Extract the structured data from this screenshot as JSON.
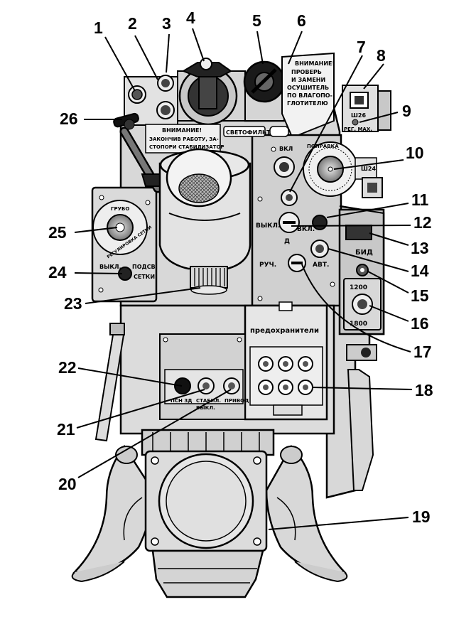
{
  "figure": {
    "callouts": [
      "1",
      "2",
      "3",
      "4",
      "5",
      "6",
      "7",
      "8",
      "9",
      "10",
      "11",
      "12",
      "13",
      "14",
      "15",
      "16",
      "17",
      "18",
      "19",
      "20",
      "21",
      "22",
      "23",
      "24",
      "25",
      "26"
    ],
    "plates": {
      "warning_top_right": [
        "ВНИМАНИЕ!",
        "ПРОВЕРЬ",
        "И ЗАМЕНИ",
        "ОСУШИТЕЛЬ",
        "ПО ВЛАГОПО-",
        "ГЛОТИТЕЛЮ"
      ],
      "warning_center": [
        "ВНИМАНИЕ!",
        "ЗАКОНЧИВ РАБОТУ, ЗА-",
        "СТОПОРИ СТАБИЛИЗАТОР"
      ],
      "svetofiltr": "СВЕТОФИЛЬТР",
      "sh26": "Ш26",
      "reg_max": "РЕГ. МАХ.",
      "vkl": "ВКЛ",
      "popravka": "ПОПРАВКА",
      "sh24": "Ш24",
      "vykl": "ВЫКЛ.",
      "d": "Д",
      "vkl2": "ВКЛ.",
      "bid": "БИД",
      "ruch": "РУЧ.",
      "avt": "АВТ.",
      "v1200": "1200",
      "v1800": "1800",
      "predohraniteli": "предохранители",
      "grubo": "ГРУБО",
      "regulirovka_setki": "РЕГУЛИРОВКА СЕТКИ",
      "vykl_left": "ВЫКЛ.",
      "podsv": "ПОДСВ.",
      "setki": "СЕТКИ",
      "pen_zd": "ПСН ЗД",
      "stabilizator": "СТАБИЛ.",
      "vykl_bottom": "ВЫКЛ.",
      "privod": "ПРИВОД"
    }
  }
}
